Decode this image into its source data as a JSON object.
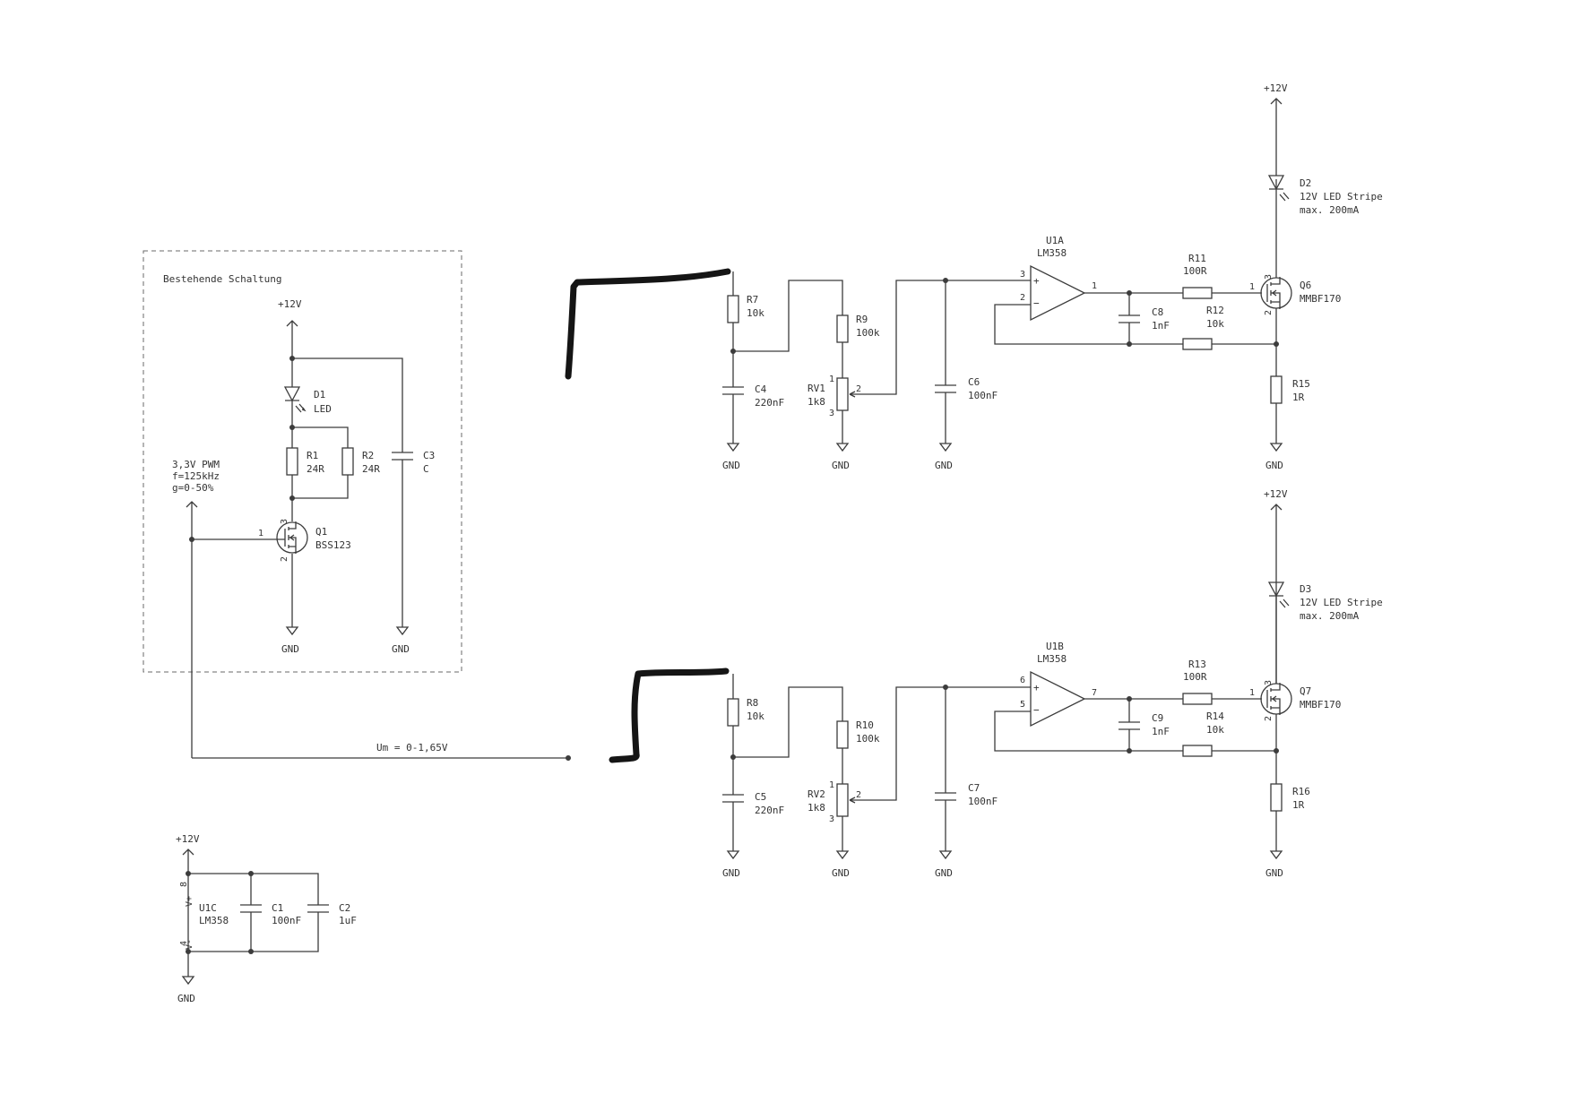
{
  "existing_circuit": {
    "title": "Bestehende Schaltung",
    "supply": "+12V",
    "pwm_line1": "3,3V PWM",
    "pwm_line2": "f=125kHz",
    "pwm_line3": "g=0-50%",
    "d1": {
      "ref": "D1",
      "value": "LED"
    },
    "r1": {
      "ref": "R1",
      "value": "24R"
    },
    "r2": {
      "ref": "R2",
      "value": "24R"
    },
    "c3": {
      "ref": "C3",
      "value": "C"
    },
    "q1": {
      "ref": "Q1",
      "value": "BSS123",
      "pin_g": "1",
      "pin_d": "3",
      "pin_s": "2"
    },
    "gnd1": "GND",
    "gnd2": "GND"
  },
  "um_label": "Um = 0-1,65V",
  "channel_a": {
    "r7": {
      "ref": "R7",
      "value": "10k"
    },
    "c4": {
      "ref": "C4",
      "value": "220nF"
    },
    "r9": {
      "ref": "R9",
      "value": "100k"
    },
    "rv1": {
      "ref": "RV1",
      "value": "1k8",
      "pin1": "1",
      "pin2": "2",
      "pin3": "3"
    },
    "c6": {
      "ref": "C6",
      "value": "100nF"
    },
    "u1a": {
      "ref": "U1A",
      "value": "LM358",
      "pin_plus": "3",
      "pin_minus": "2",
      "pin_out": "1"
    },
    "c8": {
      "ref": "C8",
      "value": "1nF"
    },
    "r11": {
      "ref": "R11",
      "value": "100R"
    },
    "r12": {
      "ref": "R12",
      "value": "10k"
    },
    "q6": {
      "ref": "Q6",
      "value": "MMBF170",
      "pin_g": "1",
      "pin_d": "3",
      "pin_s": "2"
    },
    "r15": {
      "ref": "R15",
      "value": "1R"
    },
    "d2": {
      "ref": "D2",
      "value": "12V LED Stripe",
      "note": "max. 200mA"
    },
    "supply": "+12V",
    "gnd_c4": "GND",
    "gnd_rv1": "GND",
    "gnd_c6": "GND",
    "gnd_r15": "GND",
    "plus": "+",
    "minus": "−"
  },
  "channel_b": {
    "r8": {
      "ref": "R8",
      "value": "10k"
    },
    "c5": {
      "ref": "C5",
      "value": "220nF"
    },
    "r10": {
      "ref": "R10",
      "value": "100k"
    },
    "rv2": {
      "ref": "RV2",
      "value": "1k8",
      "pin1": "1",
      "pin2": "2",
      "pin3": "3"
    },
    "c7": {
      "ref": "C7",
      "value": "100nF"
    },
    "u1b": {
      "ref": "U1B",
      "value": "LM358",
      "pin_plus": "6",
      "pin_minus": "5",
      "pin_out": "7"
    },
    "c9": {
      "ref": "C9",
      "value": "1nF"
    },
    "r13": {
      "ref": "R13",
      "value": "100R"
    },
    "r14": {
      "ref": "R14",
      "value": "10k"
    },
    "q7": {
      "ref": "Q7",
      "value": "MMBF170",
      "pin_g": "1",
      "pin_d": "3",
      "pin_s": "2"
    },
    "r16": {
      "ref": "R16",
      "value": "1R"
    },
    "d3": {
      "ref": "D3",
      "value": "12V LED Stripe",
      "note": "max. 200mA"
    },
    "supply": "+12V",
    "gnd_c5": "GND",
    "gnd_rv2": "GND",
    "gnd_c7": "GND",
    "gnd_r16": "GND",
    "plus": "+",
    "minus": "−"
  },
  "power_section": {
    "supply": "+12V",
    "u1c": {
      "ref": "U1C",
      "value": "LM358",
      "pin_vp": "8",
      "pin_vm": "4",
      "vp_label": "V+",
      "vm_label": "V-"
    },
    "c1": {
      "ref": "C1",
      "value": "100nF"
    },
    "c2": {
      "ref": "C2",
      "value": "1uF"
    },
    "gnd": "GND"
  }
}
